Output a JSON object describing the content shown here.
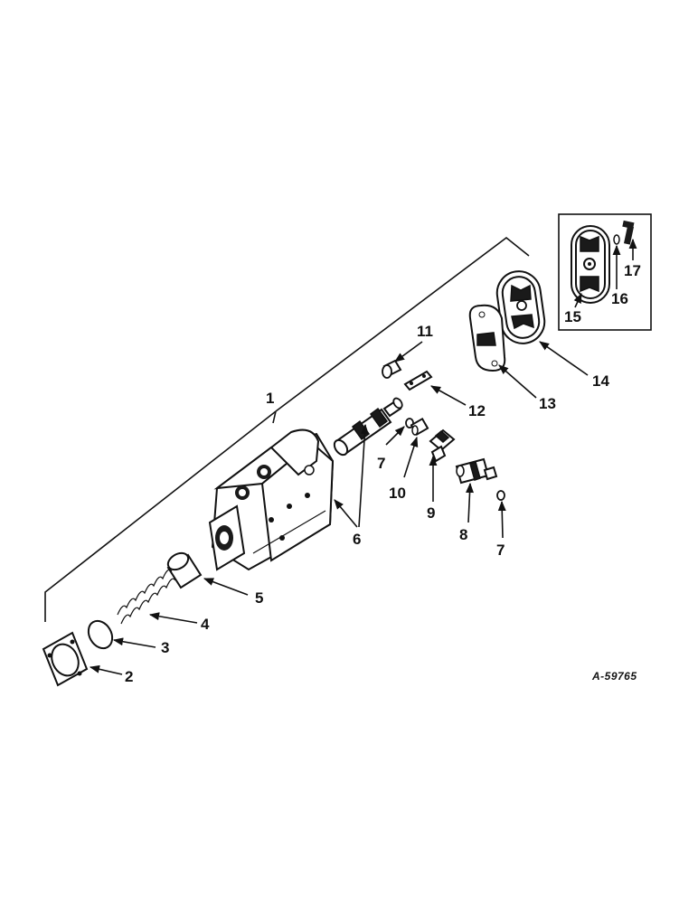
{
  "diagram": {
    "reference_code": "A-59765",
    "callouts": {
      "c1": "1",
      "c2": "2",
      "c3": "3",
      "c4": "4",
      "c5": "5",
      "c6": "6",
      "c7a": "7",
      "c7b": "7",
      "c8": "8",
      "c9": "9",
      "c10": "10",
      "c11": "11",
      "c12": "12",
      "c13": "13",
      "c14": "14",
      "c15": "15",
      "c16": "16",
      "c17": "17"
    }
  }
}
